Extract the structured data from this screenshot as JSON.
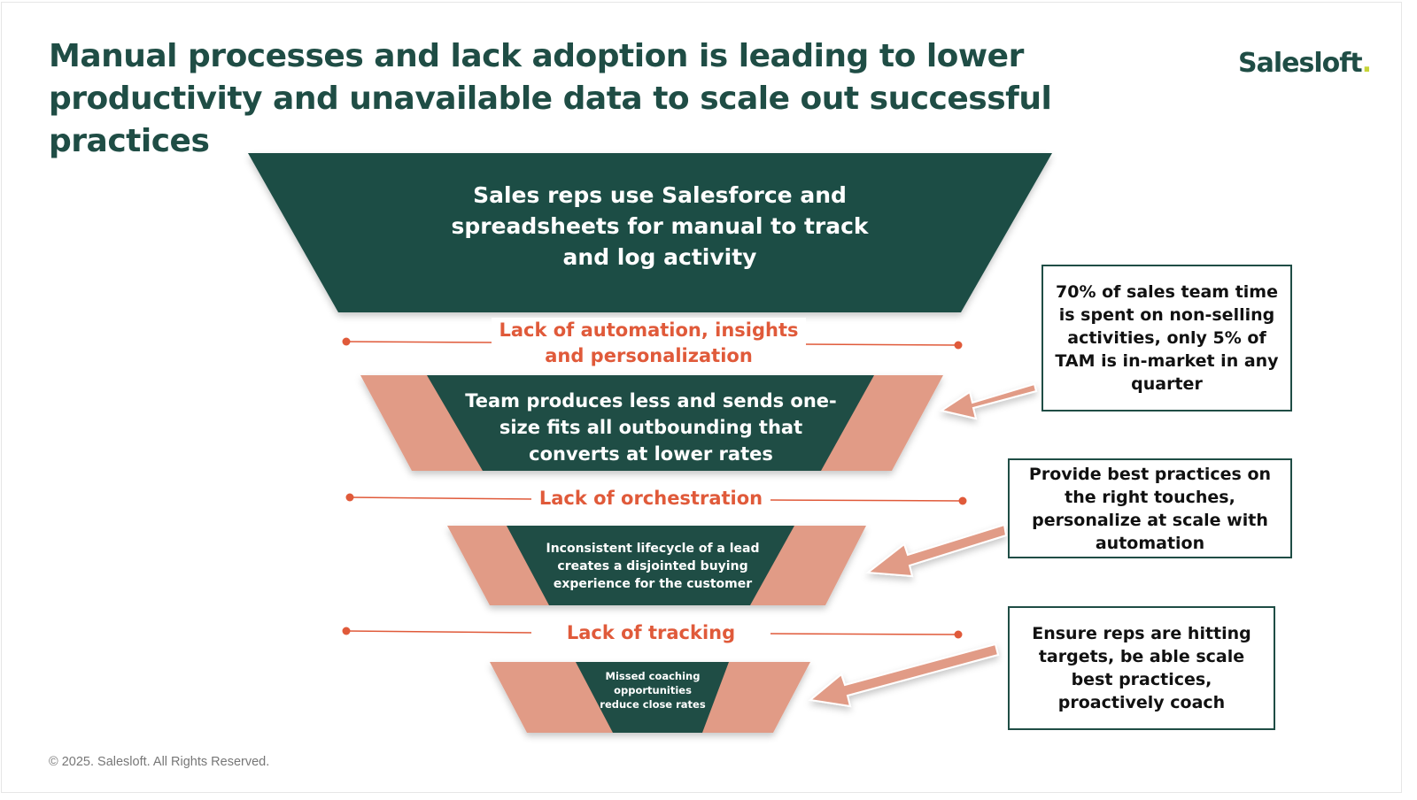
{
  "slide": {
    "title": "Manual processes and lack adoption is leading to lower productivity and unavailable data to scale out successful practices",
    "logo_text": "Salesloft",
    "logo_dot": ".",
    "footer": "© 2025. Salesloft. All Rights Reserved."
  },
  "funnel": {
    "levels": [
      {
        "text": "Sales reps use Salesforce and spreadsheets for manual to track and log activity"
      },
      {
        "text": "Team produces less and sends one-size fits all outbounding that converts at lower rates"
      },
      {
        "text": "Inconsistent lifecycle of a lead creates a disjointed buying experience for the customer"
      },
      {
        "text": "Missed coaching opportunities reduce close rates"
      }
    ],
    "gaps": [
      {
        "label": "Lack of automation, insights and personalization"
      },
      {
        "label": "Lack of orchestration"
      },
      {
        "label": "Lack of tracking"
      }
    ]
  },
  "callouts": [
    {
      "text": "70% of sales team time is spent on non-selling activities, only 5% of TAM is in-market in any quarter"
    },
    {
      "text": "Provide best practices on the right touches, personalize at scale with automation"
    },
    {
      "text": "Ensure reps are hitting targets, be able scale best practices, proactively coach"
    }
  ],
  "colors": {
    "dark_green": "#1f4d45",
    "salmon": "#e19b86",
    "accent_red": "#e05a3a",
    "logo_dot": "#c6d437"
  }
}
